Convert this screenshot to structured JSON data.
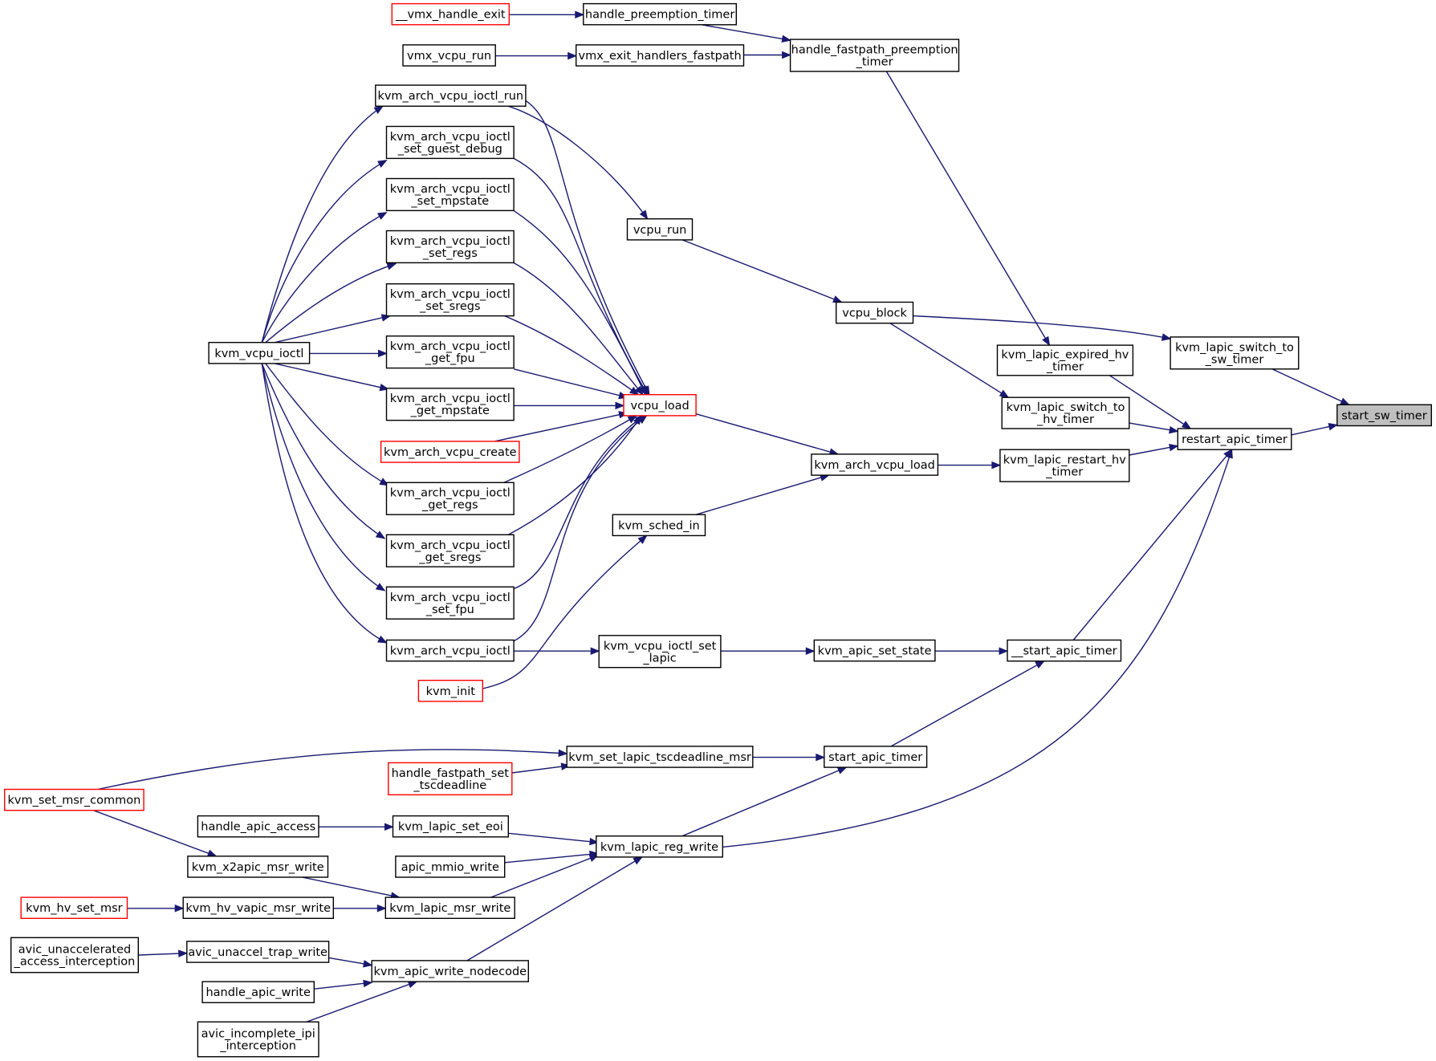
{
  "colors": {
    "edge": "#191970",
    "node_border": "#000000",
    "truncated_node_border": "#ff0000",
    "selected_fill": "#bfbfbf",
    "background": "#ffffff"
  },
  "nodes": [
    {
      "id": "start_sw_timer",
      "lines": [
        "start_sw_timer"
      ],
      "style": "selected"
    },
    {
      "id": "restart_apic_timer",
      "lines": [
        "restart_apic_timer"
      ]
    },
    {
      "id": "kvm_lapic_switch_to_sw_timer",
      "lines": [
        "kvm_lapic_switch_to",
        "_sw_timer"
      ]
    },
    {
      "id": "kvm_lapic_expired_hv_timer",
      "lines": [
        "kvm_lapic_expired_hv",
        "_timer"
      ]
    },
    {
      "id": "kvm_lapic_switch_to_hv_timer",
      "lines": [
        "kvm_lapic_switch_to",
        "_hv_timer"
      ]
    },
    {
      "id": "kvm_lapic_restart_hv_timer",
      "lines": [
        "kvm_lapic_restart_hv",
        "_timer"
      ]
    },
    {
      "id": "__start_apic_timer",
      "lines": [
        "__start_apic_timer"
      ]
    },
    {
      "id": "vcpu_block",
      "lines": [
        "vcpu_block"
      ]
    },
    {
      "id": "handle_fastpath_preemption_timer",
      "lines": [
        "handle_fastpath_preemption",
        "_timer"
      ]
    },
    {
      "id": "kvm_arch_vcpu_load",
      "lines": [
        "kvm_arch_vcpu_load"
      ]
    },
    {
      "id": "kvm_apic_set_state",
      "lines": [
        "kvm_apic_set_state"
      ]
    },
    {
      "id": "start_apic_timer",
      "lines": [
        "start_apic_timer"
      ]
    },
    {
      "id": "handle_preemption_timer",
      "lines": [
        "handle_preemption_timer"
      ]
    },
    {
      "id": "vmx_exit_handlers_fastpath",
      "lines": [
        "vmx_exit_handlers_fastpath"
      ]
    },
    {
      "id": "vcpu_run",
      "lines": [
        "vcpu_run"
      ]
    },
    {
      "id": "vcpu_load",
      "lines": [
        "vcpu_load"
      ],
      "style": "red"
    },
    {
      "id": "kvm_sched_in",
      "lines": [
        "kvm_sched_in"
      ]
    },
    {
      "id": "kvm_vcpu_ioctl_set_lapic",
      "lines": [
        "kvm_vcpu_ioctl_set",
        "_lapic"
      ]
    },
    {
      "id": "kvm_set_lapic_tscdeadline_msr",
      "lines": [
        "kvm_set_lapic_tscdeadline_msr"
      ]
    },
    {
      "id": "kvm_lapic_reg_write",
      "lines": [
        "kvm_lapic_reg_write"
      ]
    },
    {
      "id": "__vmx_handle_exit",
      "lines": [
        "__vmx_handle_exit"
      ],
      "style": "red"
    },
    {
      "id": "vmx_vcpu_run",
      "lines": [
        "vmx_vcpu_run"
      ]
    },
    {
      "id": "kvm_arch_vcpu_ioctl_run",
      "lines": [
        "kvm_arch_vcpu_ioctl_run"
      ]
    },
    {
      "id": "kvm_arch_vcpu_ioctl_set_guest_debug",
      "lines": [
        "kvm_arch_vcpu_ioctl",
        "_set_guest_debug"
      ]
    },
    {
      "id": "kvm_arch_vcpu_ioctl_set_mpstate",
      "lines": [
        "kvm_arch_vcpu_ioctl",
        "_set_mpstate"
      ]
    },
    {
      "id": "kvm_arch_vcpu_ioctl_set_regs",
      "lines": [
        "kvm_arch_vcpu_ioctl",
        "_set_regs"
      ]
    },
    {
      "id": "kvm_arch_vcpu_ioctl_set_sregs",
      "lines": [
        "kvm_arch_vcpu_ioctl",
        "_set_sregs"
      ]
    },
    {
      "id": "kvm_arch_vcpu_ioctl_get_fpu",
      "lines": [
        "kvm_arch_vcpu_ioctl",
        "_get_fpu"
      ]
    },
    {
      "id": "kvm_arch_vcpu_ioctl_get_mpstate",
      "lines": [
        "kvm_arch_vcpu_ioctl",
        "_get_mpstate"
      ]
    },
    {
      "id": "kvm_arch_vcpu_create",
      "lines": [
        "kvm_arch_vcpu_create"
      ],
      "style": "red"
    },
    {
      "id": "kvm_arch_vcpu_ioctl_get_regs",
      "lines": [
        "kvm_arch_vcpu_ioctl",
        "_get_regs"
      ]
    },
    {
      "id": "kvm_arch_vcpu_ioctl_get_sregs",
      "lines": [
        "kvm_arch_vcpu_ioctl",
        "_get_sregs"
      ]
    },
    {
      "id": "kvm_arch_vcpu_ioctl_set_fpu",
      "lines": [
        "kvm_arch_vcpu_ioctl",
        "_set_fpu"
      ]
    },
    {
      "id": "kvm_arch_vcpu_ioctl",
      "lines": [
        "kvm_arch_vcpu_ioctl"
      ]
    },
    {
      "id": "kvm_init",
      "lines": [
        "kvm_init"
      ],
      "style": "red"
    },
    {
      "id": "kvm_vcpu_ioctl",
      "lines": [
        "kvm_vcpu_ioctl"
      ]
    },
    {
      "id": "handle_fastpath_set_tscdeadline",
      "lines": [
        "handle_fastpath_set",
        "_tscdeadline"
      ],
      "style": "red"
    },
    {
      "id": "kvm_set_msr_common",
      "lines": [
        "kvm_set_msr_common"
      ],
      "style": "red"
    },
    {
      "id": "kvm_lapic_set_eoi",
      "lines": [
        "kvm_lapic_set_eoi"
      ]
    },
    {
      "id": "handle_apic_access",
      "lines": [
        "handle_apic_access"
      ]
    },
    {
      "id": "apic_mmio_write",
      "lines": [
        "apic_mmio_write"
      ]
    },
    {
      "id": "kvm_x2apic_msr_write",
      "lines": [
        "kvm_x2apic_msr_write"
      ]
    },
    {
      "id": "kvm_lapic_msr_write",
      "lines": [
        "kvm_lapic_msr_write"
      ]
    },
    {
      "id": "kvm_hv_vapic_msr_write",
      "lines": [
        "kvm_hv_vapic_msr_write"
      ]
    },
    {
      "id": "kvm_hv_set_msr",
      "lines": [
        "kvm_hv_set_msr"
      ],
      "style": "red"
    },
    {
      "id": "kvm_apic_write_nodecode",
      "lines": [
        "kvm_apic_write_nodecode"
      ]
    },
    {
      "id": "avic_unaccel_trap_write",
      "lines": [
        "avic_unaccel_trap_write"
      ]
    },
    {
      "id": "avic_unaccelerated_access_interception",
      "lines": [
        "avic_unaccelerated",
        "_access_interception"
      ]
    },
    {
      "id": "handle_apic_write",
      "lines": [
        "handle_apic_write"
      ]
    },
    {
      "id": "avic_incomplete_ipi_interception",
      "lines": [
        "avic_incomplete_ipi",
        "_interception"
      ]
    }
  ],
  "edges": [
    {
      "to": "start_sw_timer",
      "from": "restart_apic_timer"
    },
    {
      "to": "start_sw_timer",
      "from": "kvm_lapic_switch_to_sw_timer"
    },
    {
      "to": "restart_apic_timer",
      "from": "kvm_lapic_expired_hv_timer"
    },
    {
      "to": "restart_apic_timer",
      "from": "kvm_lapic_switch_to_hv_timer"
    },
    {
      "to": "restart_apic_timer",
      "from": "kvm_lapic_restart_hv_timer"
    },
    {
      "to": "restart_apic_timer",
      "from": "__start_apic_timer"
    },
    {
      "to": "restart_apic_timer",
      "from": "kvm_lapic_reg_write"
    },
    {
      "to": "kvm_lapic_switch_to_sw_timer",
      "from": "vcpu_block"
    },
    {
      "to": "kvm_lapic_expired_hv_timer",
      "from": "handle_fastpath_preemption_timer"
    },
    {
      "to": "kvm_lapic_switch_to_hv_timer",
      "from": "vcpu_block"
    },
    {
      "to": "kvm_lapic_restart_hv_timer",
      "from": "kvm_arch_vcpu_load"
    },
    {
      "to": "__start_apic_timer",
      "from": "kvm_apic_set_state"
    },
    {
      "to": "__start_apic_timer",
      "from": "start_apic_timer"
    },
    {
      "to": "handle_fastpath_preemption_timer",
      "from": "handle_preemption_timer"
    },
    {
      "to": "handle_fastpath_preemption_timer",
      "from": "vmx_exit_handlers_fastpath"
    },
    {
      "to": "handle_preemption_timer",
      "from": "__vmx_handle_exit"
    },
    {
      "to": "vmx_exit_handlers_fastpath",
      "from": "vmx_vcpu_run"
    },
    {
      "to": "vcpu_block",
      "from": "vcpu_run"
    },
    {
      "to": "vcpu_run",
      "from": "kvm_arch_vcpu_ioctl_run"
    },
    {
      "to": "kvm_arch_vcpu_load",
      "from": "vcpu_load"
    },
    {
      "to": "kvm_arch_vcpu_load",
      "from": "kvm_sched_in"
    },
    {
      "to": "vcpu_load",
      "from": "kvm_arch_vcpu_ioctl_run"
    },
    {
      "to": "vcpu_load",
      "from": "kvm_arch_vcpu_ioctl_set_guest_debug"
    },
    {
      "to": "vcpu_load",
      "from": "kvm_arch_vcpu_ioctl_set_mpstate"
    },
    {
      "to": "vcpu_load",
      "from": "kvm_arch_vcpu_ioctl_set_regs"
    },
    {
      "to": "vcpu_load",
      "from": "kvm_arch_vcpu_ioctl_set_sregs"
    },
    {
      "to": "vcpu_load",
      "from": "kvm_arch_vcpu_ioctl_get_fpu"
    },
    {
      "to": "vcpu_load",
      "from": "kvm_arch_vcpu_ioctl_get_mpstate"
    },
    {
      "to": "vcpu_load",
      "from": "kvm_arch_vcpu_create"
    },
    {
      "to": "vcpu_load",
      "from": "kvm_arch_vcpu_ioctl_get_regs"
    },
    {
      "to": "vcpu_load",
      "from": "kvm_arch_vcpu_ioctl_get_sregs"
    },
    {
      "to": "vcpu_load",
      "from": "kvm_arch_vcpu_ioctl_set_fpu"
    },
    {
      "to": "vcpu_load",
      "from": "kvm_arch_vcpu_ioctl"
    },
    {
      "to": "kvm_sched_in",
      "from": "kvm_init"
    },
    {
      "to": "kvm_arch_vcpu_ioctl_run",
      "from": "kvm_vcpu_ioctl"
    },
    {
      "to": "kvm_arch_vcpu_ioctl_set_guest_debug",
      "from": "kvm_vcpu_ioctl"
    },
    {
      "to": "kvm_arch_vcpu_ioctl_set_mpstate",
      "from": "kvm_vcpu_ioctl"
    },
    {
      "to": "kvm_arch_vcpu_ioctl_set_regs",
      "from": "kvm_vcpu_ioctl"
    },
    {
      "to": "kvm_arch_vcpu_ioctl_set_sregs",
      "from": "kvm_vcpu_ioctl"
    },
    {
      "to": "kvm_arch_vcpu_ioctl_get_fpu",
      "from": "kvm_vcpu_ioctl"
    },
    {
      "to": "kvm_arch_vcpu_ioctl_get_mpstate",
      "from": "kvm_vcpu_ioctl"
    },
    {
      "to": "kvm_arch_vcpu_ioctl_get_regs",
      "from": "kvm_vcpu_ioctl"
    },
    {
      "to": "kvm_arch_vcpu_ioctl_get_sregs",
      "from": "kvm_vcpu_ioctl"
    },
    {
      "to": "kvm_arch_vcpu_ioctl_set_fpu",
      "from": "kvm_vcpu_ioctl"
    },
    {
      "to": "kvm_arch_vcpu_ioctl",
      "from": "kvm_vcpu_ioctl"
    },
    {
      "to": "kvm_apic_set_state",
      "from": "kvm_vcpu_ioctl_set_lapic"
    },
    {
      "to": "kvm_vcpu_ioctl_set_lapic",
      "from": "kvm_arch_vcpu_ioctl"
    },
    {
      "to": "start_apic_timer",
      "from": "kvm_set_lapic_tscdeadline_msr"
    },
    {
      "to": "start_apic_timer",
      "from": "kvm_lapic_reg_write"
    },
    {
      "to": "kvm_set_lapic_tscdeadline_msr",
      "from": "kvm_set_msr_common"
    },
    {
      "to": "kvm_set_lapic_tscdeadline_msr",
      "from": "handle_fastpath_set_tscdeadline"
    },
    {
      "to": "kvm_lapic_reg_write",
      "from": "kvm_lapic_set_eoi"
    },
    {
      "to": "kvm_lapic_reg_write",
      "from": "apic_mmio_write"
    },
    {
      "to": "kvm_lapic_reg_write",
      "from": "kvm_lapic_msr_write"
    },
    {
      "to": "kvm_lapic_reg_write",
      "from": "kvm_apic_write_nodecode"
    },
    {
      "to": "kvm_lapic_set_eoi",
      "from": "handle_apic_access"
    },
    {
      "to": "kvm_x2apic_msr_write",
      "from": "kvm_set_msr_common"
    },
    {
      "to": "kvm_lapic_msr_write",
      "from": "kvm_x2apic_msr_write"
    },
    {
      "to": "kvm_lapic_msr_write",
      "from": "kvm_hv_vapic_msr_write"
    },
    {
      "to": "kvm_hv_vapic_msr_write",
      "from": "kvm_hv_set_msr"
    },
    {
      "to": "kvm_apic_write_nodecode",
      "from": "avic_unaccel_trap_write"
    },
    {
      "to": "kvm_apic_write_nodecode",
      "from": "handle_apic_write"
    },
    {
      "to": "kvm_apic_write_nodecode",
      "from": "avic_incomplete_ipi_interception"
    },
    {
      "to": "avic_unaccel_trap_write",
      "from": "avic_unaccelerated_access_interception"
    }
  ]
}
